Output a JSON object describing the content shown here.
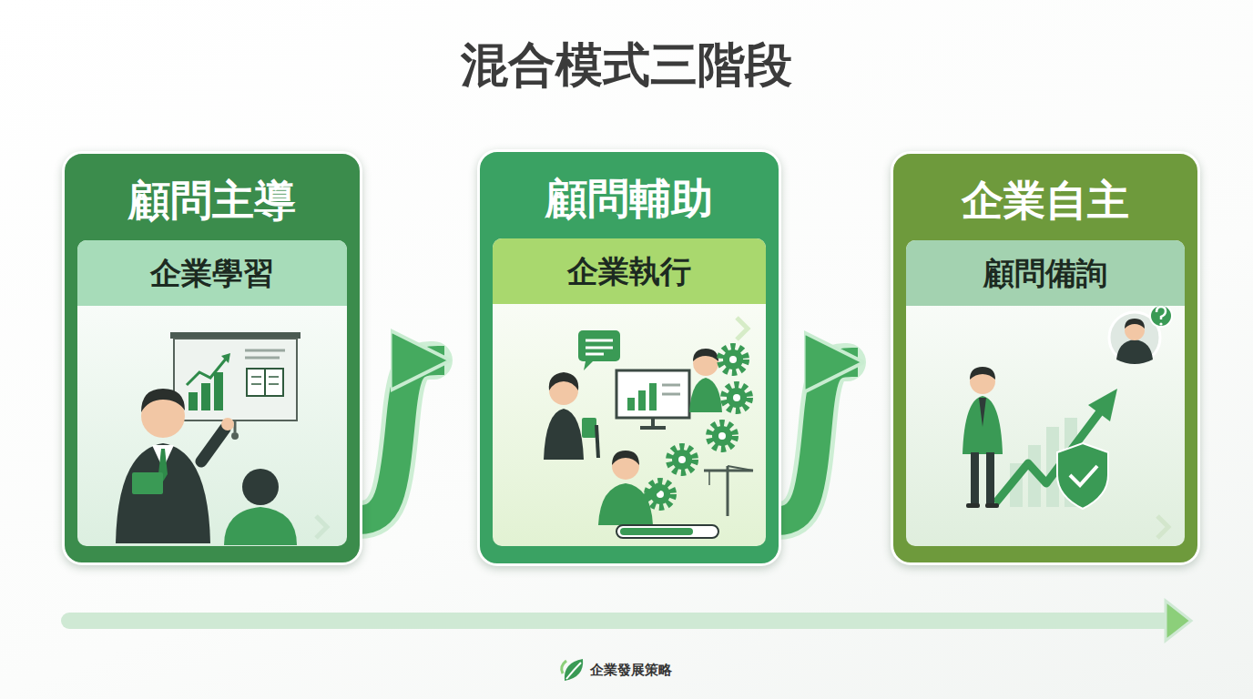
{
  "diagram": {
    "title": "混合模式三階段",
    "nodes": [
      {
        "text": [
          "顧問主導"
        ]
      },
      {
        "text": [
          "企業學習"
        ],
        "in": 0
      },
      {
        "text": [
          "顧問輔助"
        ]
      },
      {
        "text": [
          "企業執行"
        ],
        "in": 2
      },
      {
        "text": [
          "企業自主"
        ]
      },
      {
        "text": [
          "顧問備詢"
        ],
        "in": 4
      }
    ],
    "edges": [
      {
        "from": 0,
        "to": 2,
        "arrow": "to"
      },
      {
        "from": 2,
        "to": 4,
        "arrow": "to"
      }
    ],
    "labels": [
      "企業發展策略"
    ]
  }
}
